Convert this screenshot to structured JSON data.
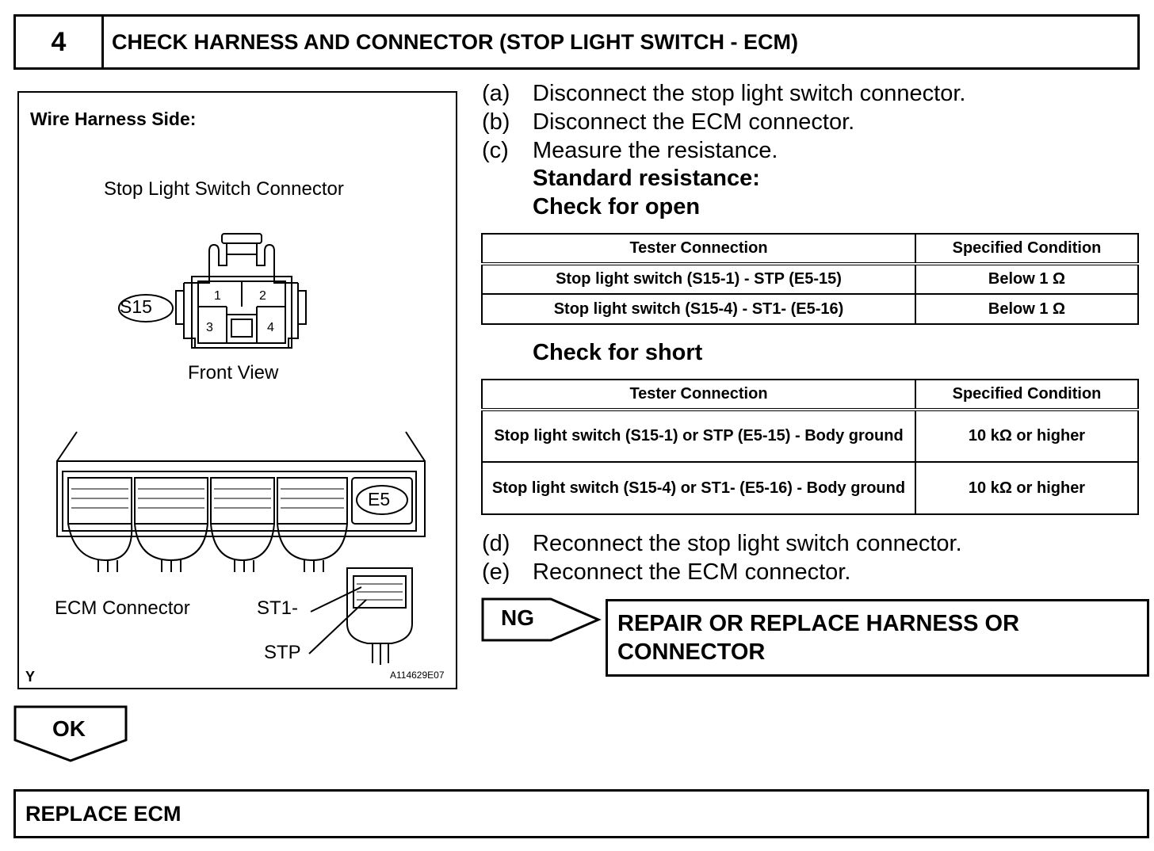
{
  "step": {
    "number": "4",
    "title": "CHECK HARNESS AND CONNECTOR (STOP LIGHT SWITCH - ECM)"
  },
  "figure": {
    "heading": "Wire Harness Side:",
    "stop_light_label": "Stop Light Switch Connector",
    "connector_code": "S15",
    "pins": [
      "1",
      "2",
      "3",
      "4"
    ],
    "front_view": "Front View",
    "ecm_code": "E5",
    "ecm_label": "ECM Connector",
    "st1_label": "ST1-",
    "stp_label": "STP",
    "corner_letter": "Y",
    "figure_id": "A114629E07"
  },
  "instructions": [
    {
      "label": "(a)",
      "text": "Disconnect the stop light switch connector."
    },
    {
      "label": "(b)",
      "text": "Disconnect the ECM connector."
    },
    {
      "label": "(c)",
      "text": "Measure the resistance."
    }
  ],
  "standard_resistance": "Standard resistance:",
  "open_check": {
    "title": "Check for open",
    "headers": [
      "Tester Connection",
      "Specified Condition"
    ],
    "rows": [
      [
        "Stop light switch (S15-1) - STP (E5-15)",
        "Below 1 Ω"
      ],
      [
        "Stop light switch (S15-4) - ST1- (E5-16)",
        "Below 1 Ω"
      ]
    ]
  },
  "short_check": {
    "title": "Check for short",
    "headers": [
      "Tester Connection",
      "Specified Condition"
    ],
    "rows": [
      [
        "Stop light switch (S15-1) or STP (E5-15) - Body ground",
        "10 kΩ or higher"
      ],
      [
        "Stop light switch (S15-4) or ST1- (E5-16) - Body ground",
        "10 kΩ or higher"
      ]
    ]
  },
  "instructions_after": [
    {
      "label": "(d)",
      "text": "Reconnect the stop light switch connector."
    },
    {
      "label": "(e)",
      "text": "Reconnect the ECM connector."
    }
  ],
  "ng": {
    "label": "NG",
    "result": "REPAIR OR REPLACE HARNESS OR CONNECTOR"
  },
  "ok": {
    "label": "OK",
    "result": "REPLACE ECM"
  }
}
